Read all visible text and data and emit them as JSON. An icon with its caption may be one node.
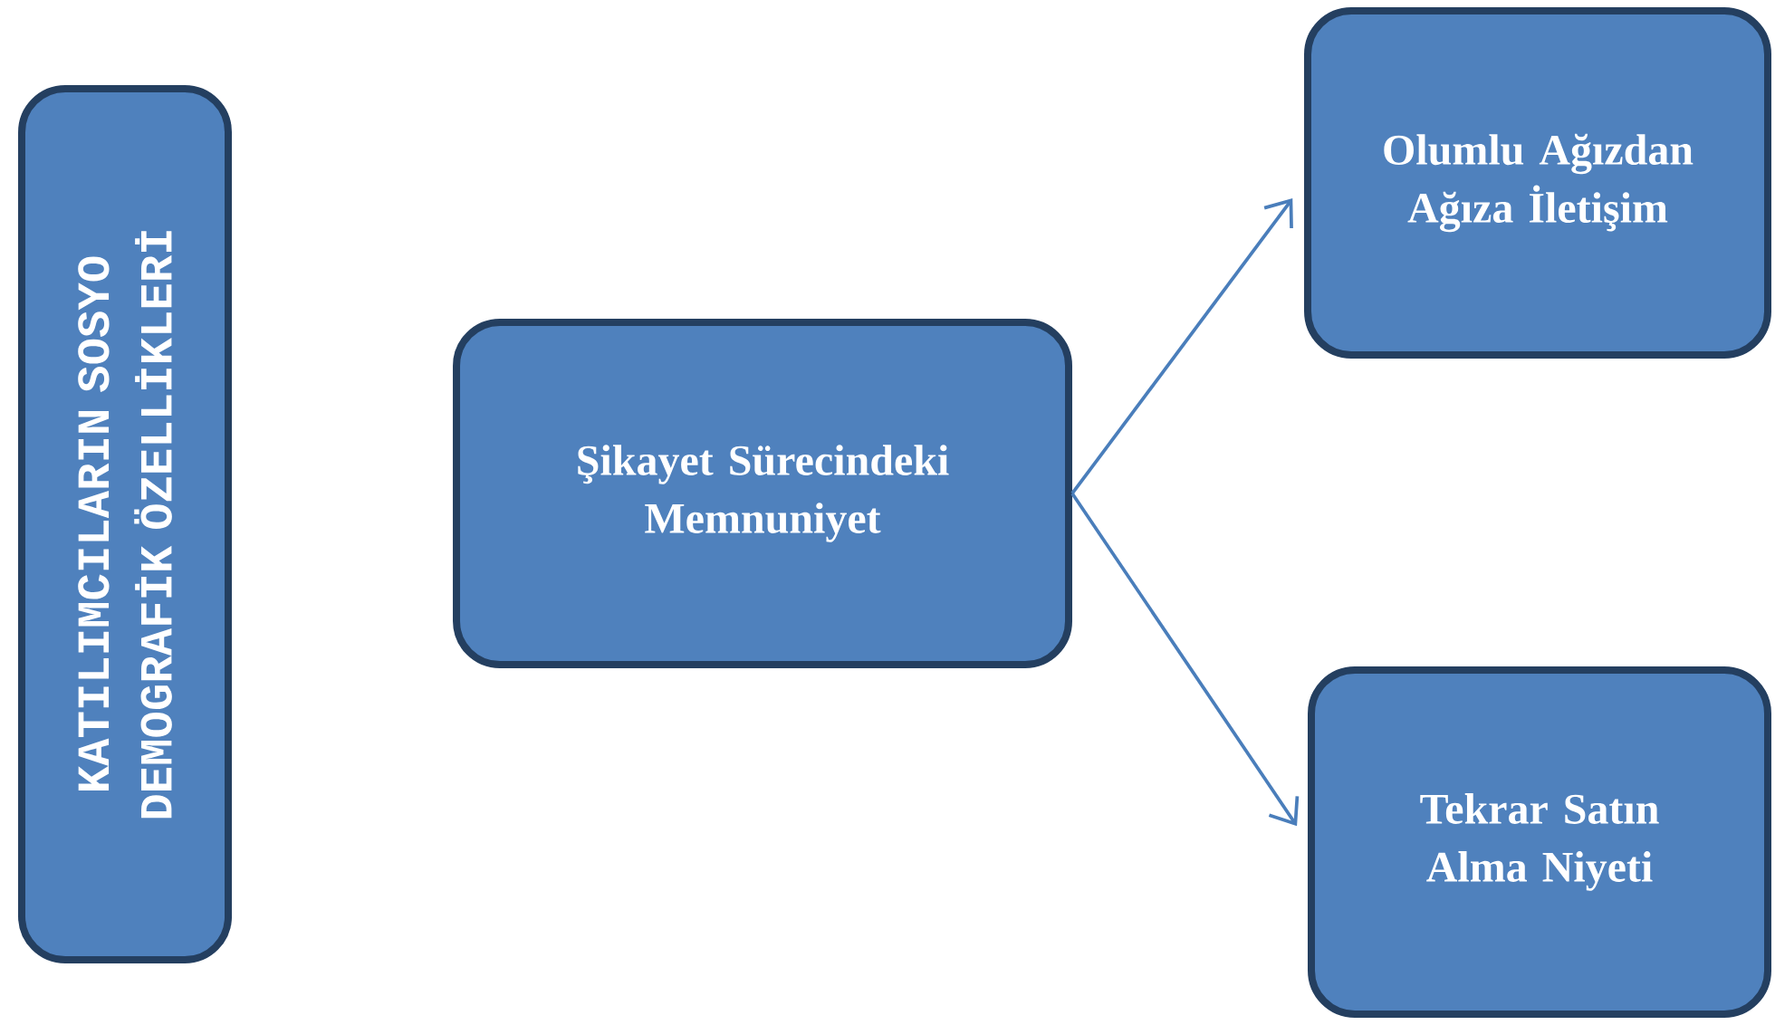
{
  "diagram": {
    "nodes": [
      {
        "text": [
          "KATILIMCILARIN SOSYO DEMOGRAFİK ÖZELLİKLERİ"
        ]
      },
      {
        "text": [
          "Şikayet Sürecindeki Memnuniyet"
        ]
      },
      {
        "text": [
          "Olumlu Ağızdan Ağıza İletişim"
        ]
      },
      {
        "text": [
          "Tekrar Satın Alma Niyeti"
        ]
      }
    ],
    "edges": [
      {
        "from": 1,
        "to": 2,
        "arrow": "to"
      },
      {
        "from": 1,
        "to": 3,
        "arrow": "to"
      }
    ]
  }
}
